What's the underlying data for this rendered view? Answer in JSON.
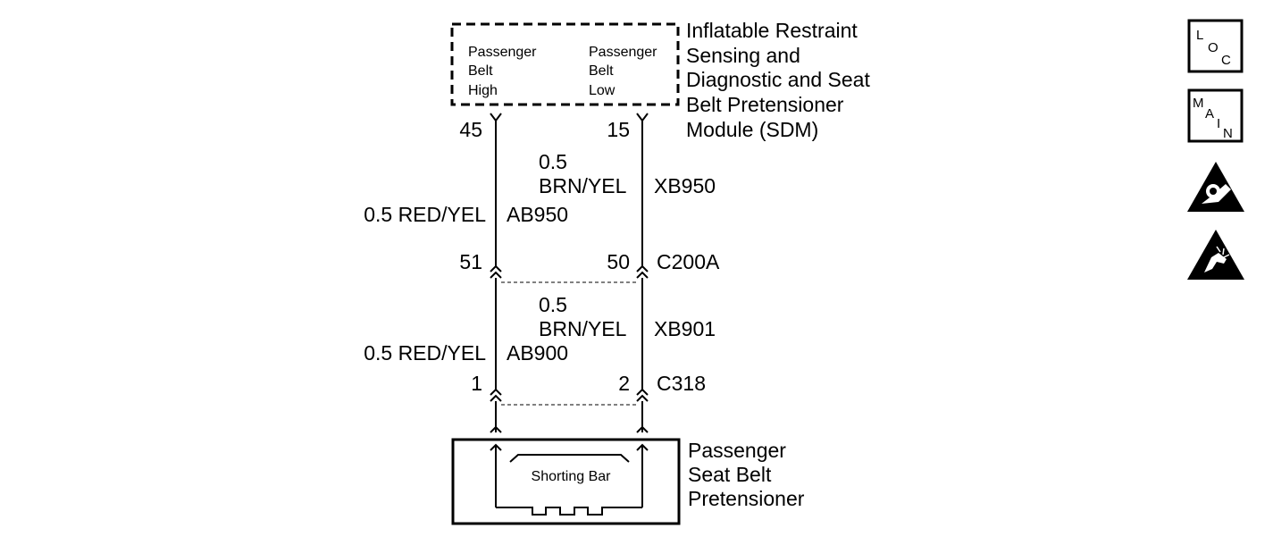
{
  "sdm": {
    "title_lines": [
      "Inflatable Restraint",
      "Sensing and",
      "Diagnostic and Seat",
      "Belt Pretensioner",
      "Module (SDM)"
    ],
    "pin_left_label": [
      "Passenger",
      "Belt",
      "High"
    ],
    "pin_right_label": [
      "Passenger",
      "Belt",
      "Low"
    ],
    "pin_left": "45",
    "pin_right": "15"
  },
  "wires_upper": {
    "left": {
      "size_color": "0.5 RED/YEL",
      "circuit": "AB950"
    },
    "right": {
      "size": "0.5",
      "color": "BRN/YEL",
      "circuit": "XB950"
    }
  },
  "connector_c200a": {
    "pin_left": "51",
    "pin_right": "50",
    "name": "C200A"
  },
  "wires_lower": {
    "left": {
      "size_color": "0.5 RED/YEL",
      "circuit": "AB900"
    },
    "right": {
      "size": "0.5",
      "color": "BRN/YEL",
      "circuit": "XB901"
    }
  },
  "connector_c318": {
    "pin_left": "1",
    "pin_right": "2",
    "name": "C318"
  },
  "pretensioner": {
    "label_lines": [
      "Passenger",
      "Seat Belt",
      "Pretensioner"
    ],
    "shorting_bar": "Shorting Bar"
  },
  "side_icons": [
    {
      "name": "loc-icon",
      "letters": [
        "L",
        "O",
        "C"
      ]
    },
    {
      "name": "main-icon",
      "letters": [
        "M",
        "A",
        "I",
        "N"
      ]
    },
    {
      "name": "airbag-warning-icon"
    },
    {
      "name": "esd-warning-icon"
    }
  ]
}
